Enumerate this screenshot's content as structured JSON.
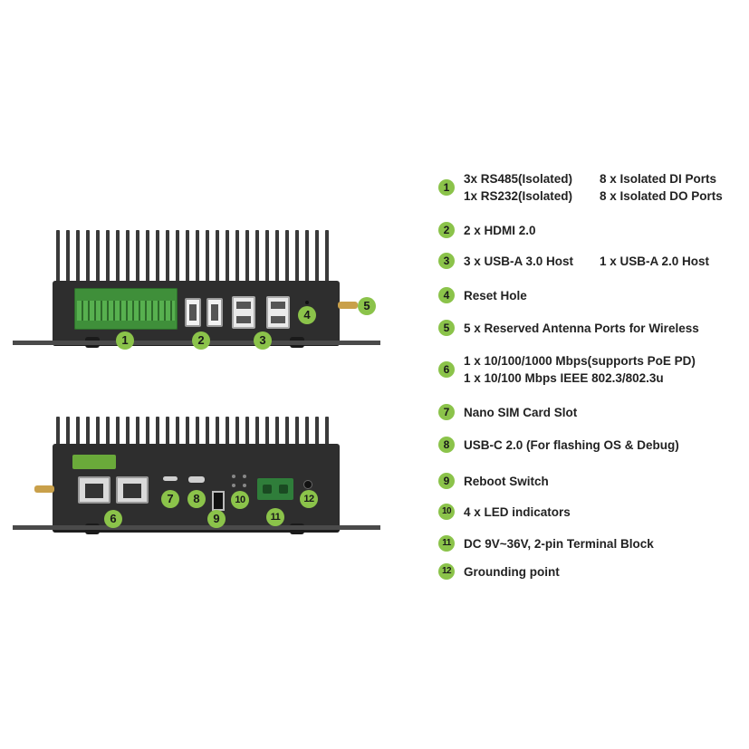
{
  "colors": {
    "accent": "#8bc34a",
    "device": "#2e2e2e",
    "text": "#222222"
  },
  "top_view": {
    "badges": [
      "1",
      "2",
      "3",
      "4",
      "5"
    ]
  },
  "bottom_view": {
    "badges": [
      "6",
      "7",
      "8",
      "9",
      "10",
      "11",
      "12"
    ]
  },
  "legend": [
    {
      "num": "1",
      "lines": [
        [
          "3x RS485(Isolated)",
          "8 x Isolated DI Ports"
        ],
        [
          "1x RS232(Isolated)",
          "8 x Isolated DO Ports"
        ]
      ]
    },
    {
      "num": "2",
      "text": "2 x HDMI 2.0"
    },
    {
      "num": "3",
      "pair": [
        "3 x USB-A 3.0 Host",
        "1 x USB-A 2.0 Host"
      ]
    },
    {
      "num": "4",
      "text": "Reset Hole"
    },
    {
      "num": "5",
      "text": "5 x Reserved Antenna Ports for Wireless"
    },
    {
      "num": "6",
      "lines2": [
        "1 x 10/100/1000 Mbps(supports PoE PD)",
        "1 x 10/100 Mbps IEEE 802.3/802.3u"
      ]
    },
    {
      "num": "7",
      "text": "Nano SIM Card Slot"
    },
    {
      "num": "8",
      "text": "USB-C 2.0 (For flashing OS & Debug)"
    },
    {
      "num": "9",
      "text": "Reboot Switch"
    },
    {
      "num": "10",
      "text": "4 x LED indicators"
    },
    {
      "num": "11",
      "text": "DC 9V~36V, 2-pin Terminal Block"
    },
    {
      "num": "12",
      "text": "Grounding point"
    }
  ]
}
